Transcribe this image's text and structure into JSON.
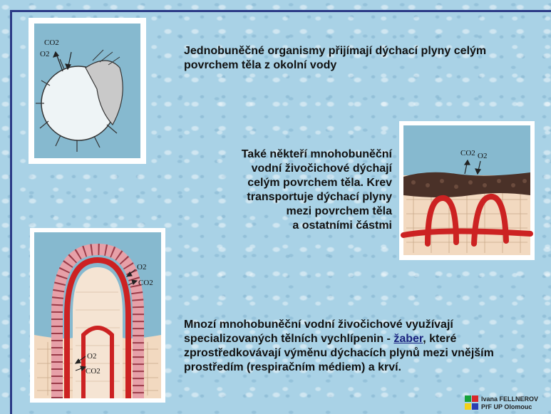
{
  "texts": {
    "p1": "Jednobuněčné organismy přijímají  dýchací plyny celým povrchem těla z okolní vody",
    "p2_lines": [
      "Také někteří mnohobuněční",
      "vodní živočichové dýchají",
      "celým povrchem těla. Krev",
      "transportuje dýchací plyny",
      "mezi povrchem těla",
      "a ostatními částmi"
    ],
    "p3_before": "Mnozí mnohobuněční vodní živočichové využívají specializovaných tělních vychlípenin - ",
    "p3_link": "žaber",
    "p3_after": ", které zprostředkovávají výměnu dýchacích plynů mezi vnějším prostředím  (respiračním médiem) a krví."
  },
  "figures": {
    "protozoan": {
      "co2": "CO2",
      "o2": "O2"
    },
    "skin": {
      "co2": "CO2",
      "o2": "O2"
    },
    "gill": {
      "o2_top": "O2",
      "co2_top": "CO2",
      "o2_bottom": "O2",
      "co2_bottom": "CO2"
    }
  },
  "credit": {
    "line1": "Ivana FELLNEROV",
    "line2": "PřF UP Olomouc"
  },
  "colors": {
    "background": "#a9d2e6",
    "frame": "#2b3a86",
    "blood": "#cc2222",
    "water": "#86b9cf",
    "tissue": "#f2d9c0"
  }
}
